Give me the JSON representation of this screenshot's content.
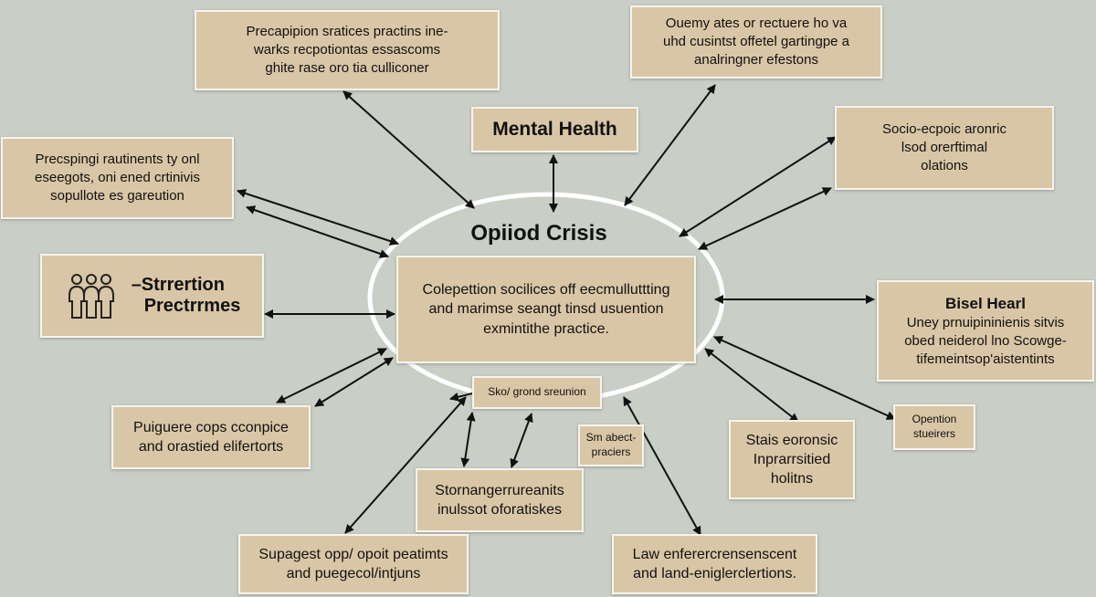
{
  "center": {
    "heading": "Opiiod Crisis",
    "box_lines": [
      "Colepettion socilices off eecmulluttting",
      "and marimse seangt tinsd usuention",
      "exmintithe practice."
    ]
  },
  "nodes": {
    "top_left": [
      "Precapipion sratices practins ine-",
      "warks recpotiontas essascoms",
      "ghite rase oro tia culliconer"
    ],
    "top_right": [
      "Ouemy ates or rectuere ho va",
      "uhd cusintst offetel gartingpe  a",
      "analringner efestons"
    ],
    "mental_health": "Mental Health",
    "left_upper": [
      "Precspingi rautinents ty onl",
      "eseegots, oni ened crtinivis",
      "sopullote es gareution"
    ],
    "socio": [
      "Socio-ecpoic aronric",
      "lsod orerftimal",
      "olations"
    ],
    "structure": [
      "–Strrertion",
      "Prectrrmes"
    ],
    "right_mid": [
      "Bisel Hearl",
      "Uney prnuipininienis sitvis",
      "obed neiderol lno Scowge-",
      "tifemeintsop'aistentints"
    ],
    "bottom_left": [
      "Puiguere cops cconpice",
      "and orastied elifertorts"
    ],
    "small_center": "Sko/ grond sreunion",
    "small_mid": [
      "Sm abect-",
      "praciers"
    ],
    "operation": [
      "Opention",
      "stueirers"
    ],
    "stats": [
      "Stais eoronsic",
      "Inprarrsitied",
      "holitns"
    ],
    "strong": [
      "Stornangerrureanits",
      "inulssot oforatiskes"
    ],
    "support": [
      "Supagest opp/ opoit peatimts",
      "and puegecol/intjuns"
    ],
    "law": [
      "Law enferercrensenscent",
      "and land-eniglerclertions."
    ]
  },
  "icons": {
    "people": "people-group-icon"
  },
  "colors": {
    "background": "#c9cec6",
    "box_fill": "#d9c6a6",
    "box_border": "#f7f4ec",
    "arrow": "#111111",
    "ring": "#ffffff"
  }
}
